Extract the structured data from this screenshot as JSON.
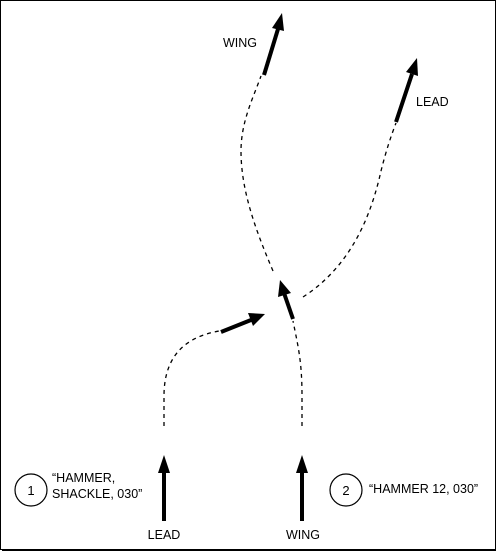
{
  "labels": {
    "wing_top": "WING",
    "lead_top": "LEAD",
    "lead_bottom": "LEAD",
    "wing_bottom": "WING"
  },
  "calls": [
    {
      "number": "1",
      "line1": "“HAMMER,",
      "line2": "SHACKLE, 030”"
    },
    {
      "number": "2",
      "line1": "“HAMMER 12, 030”"
    }
  ]
}
